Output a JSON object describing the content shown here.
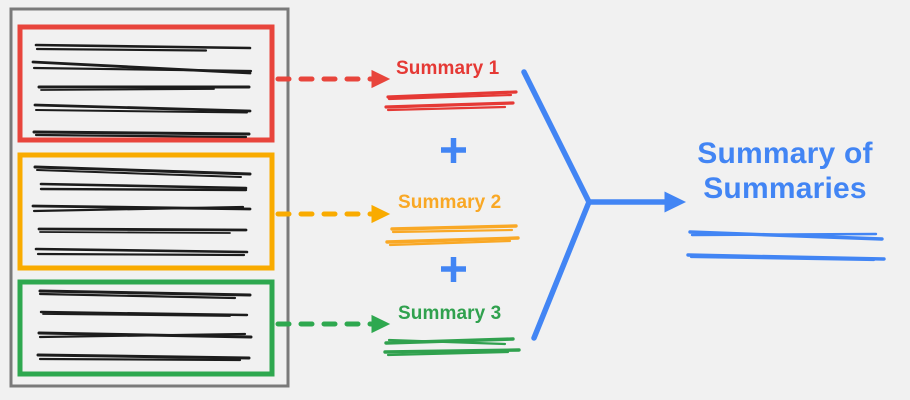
{
  "diagram": {
    "title": "Summary of Summaries",
    "background_color": "#f1f1f1",
    "source_document": {
      "name": "source-document-container",
      "border_color": "#7a7a7a",
      "sections": [
        {
          "id": "section-1",
          "color": "#e8453c",
          "line_count": 5,
          "arrow_color": "#e8453c",
          "arrow_style": "dashed"
        },
        {
          "id": "section-2",
          "color": "#f9ab00",
          "line_count": 5,
          "arrow_color": "#f9ab00",
          "arrow_style": "dashed"
        },
        {
          "id": "section-3",
          "color": "#2ea84f",
          "line_count": 4,
          "arrow_color": "#2ea84f",
          "arrow_style": "dashed"
        }
      ]
    },
    "summaries": [
      {
        "id": "summary-1",
        "label": "Summary 1",
        "color": "#e53935",
        "line_count": 2
      },
      {
        "id": "summary-2",
        "label": "Summary 2",
        "color": "#f9a825",
        "line_count": 2
      },
      {
        "id": "summary-3",
        "label": "Summary 3",
        "color": "#30a14e",
        "line_count": 2
      }
    ],
    "operators": [
      {
        "id": "plus-1",
        "symbol": "+",
        "color": "#4285f4"
      },
      {
        "id": "plus-2",
        "symbol": "+",
        "color": "#4285f4"
      }
    ],
    "merge": {
      "name": "merge-connector",
      "color": "#4285f4",
      "arrow_head": true
    },
    "final_summary": {
      "title": "Summary of Summaries",
      "title_line_1": "Summary of",
      "title_line_2": "Summaries",
      "color": "#4285f4",
      "line_count": 2
    }
  }
}
